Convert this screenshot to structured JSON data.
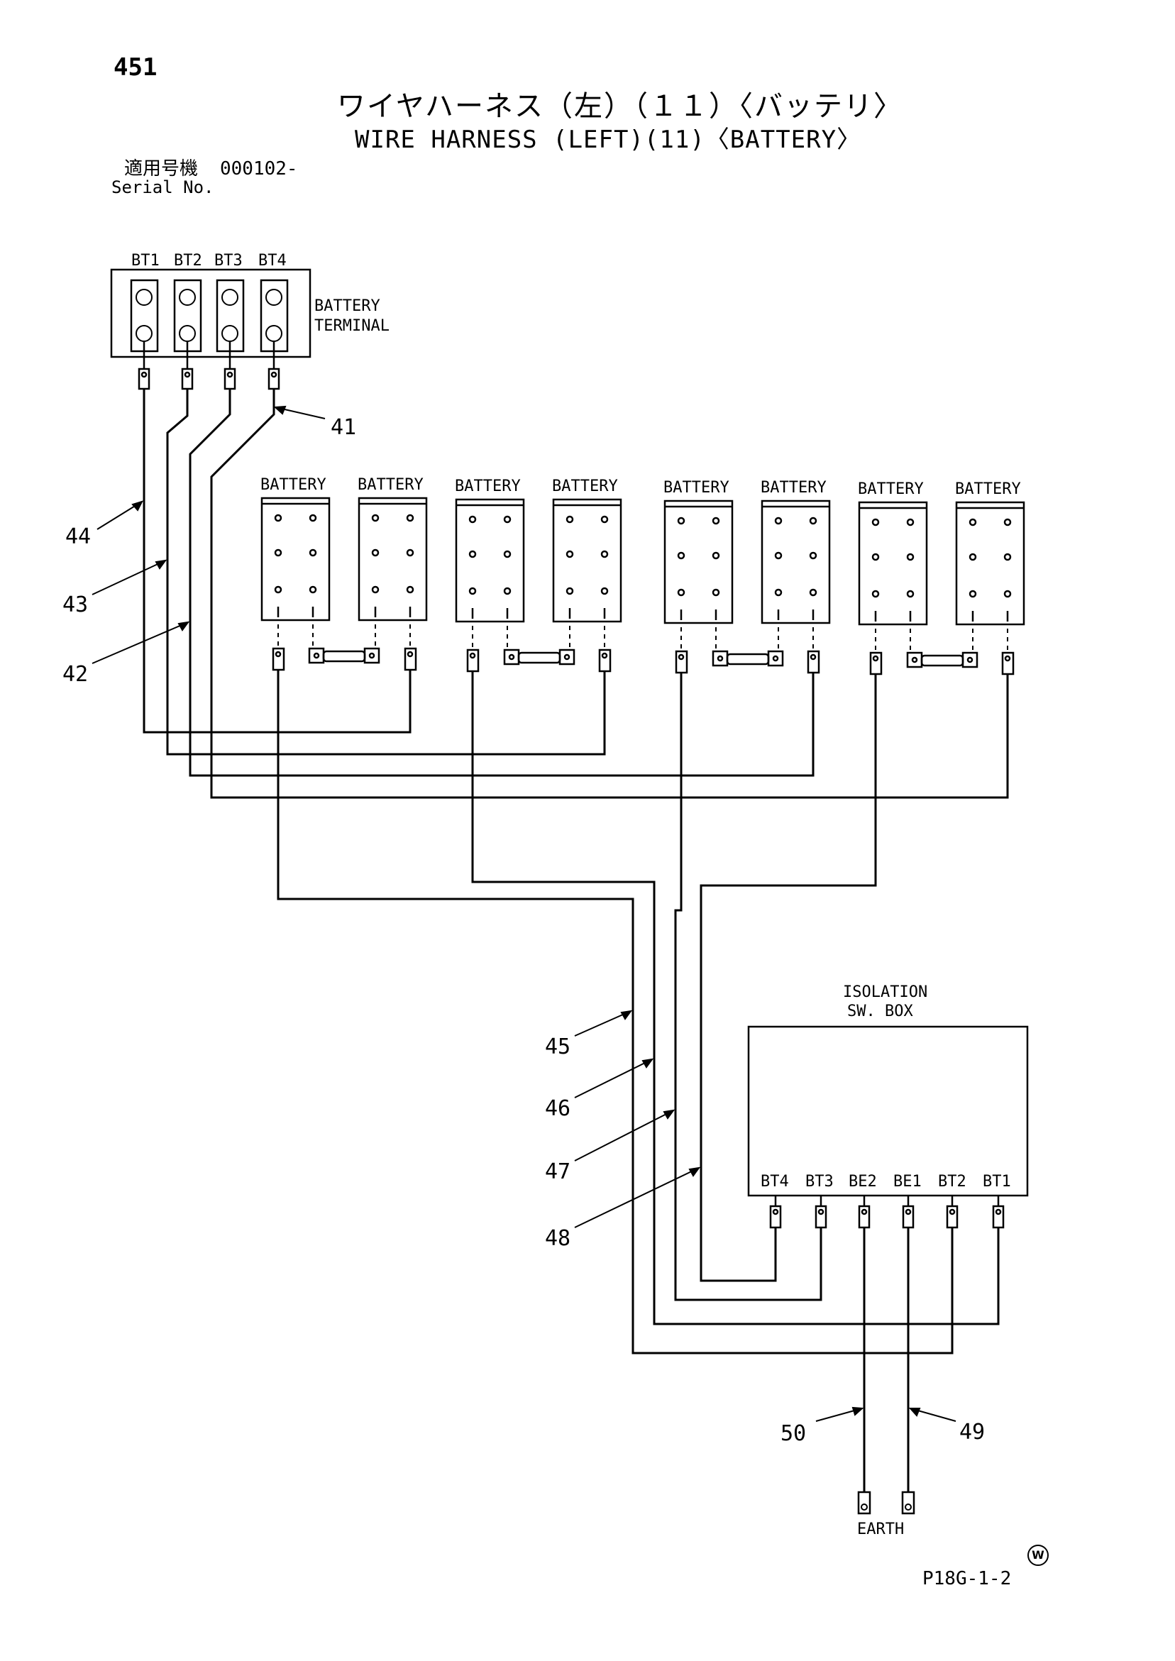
{
  "page_number": "451",
  "title_jp": "ワイヤハーネス（左）（１１）〈バッテリ〉",
  "title_en": "WIRE HARNESS (LEFT)(11)〈BATTERY〉",
  "serial": {
    "label_jp": "適用号機",
    "value": "000102-",
    "label_en": "Serial No."
  },
  "battery_terminal": {
    "label_line1": "BATTERY",
    "label_line2": "TERMINAL",
    "terminals": [
      "BT1",
      "BT2",
      "BT3",
      "BT4"
    ]
  },
  "batteries": [
    "BATTERY",
    "BATTERY",
    "BATTERY",
    "BATTERY",
    "BATTERY",
    "BATTERY",
    "BATTERY",
    "BATTERY"
  ],
  "isolation_box": {
    "label_line1": "ISOLATION",
    "label_line2": "SW. BOX",
    "terminals": [
      "BT4",
      "BT3",
      "BE2",
      "BE1",
      "BT2",
      "BT1"
    ]
  },
  "earth_label": "EARTH",
  "part_numbers": [
    "41",
    "42",
    "43",
    "44",
    "45",
    "46",
    "47",
    "48",
    "49",
    "50"
  ],
  "code": "P18G-1-2",
  "corner_mark": "W"
}
